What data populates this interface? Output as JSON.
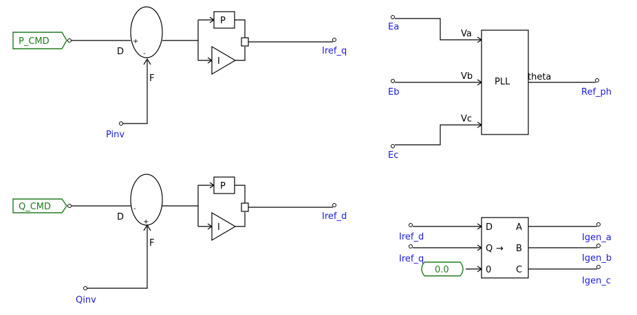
{
  "sources": {
    "p_cmd": "P_CMD",
    "q_cmd": "Q_CMD",
    "const_zero": "0.0"
  },
  "summer_ports": {
    "d": "D",
    "f": "F",
    "plus": "+",
    "minus": "-"
  },
  "controllers": {
    "p_label": "P",
    "i_label": "I"
  },
  "signals": {
    "pinv": "Pinv",
    "qinv": "Qinv",
    "iref_q": "Iref_q",
    "iref_d": "Iref_d",
    "iref_d_in": "Iref_d",
    "iref_q_in": "Iref_q",
    "ea": "Ea",
    "eb": "Eb",
    "ec": "Ec",
    "ref_ph": "Ref_ph",
    "igen_a": "Igen_a",
    "igen_b": "Igen_b",
    "igen_c": "Igen_c"
  },
  "pll": {
    "title": "PLL",
    "in_a": "Va",
    "in_b": "Vb",
    "in_c": "Vc",
    "out": "theta"
  },
  "dq_transform": {
    "d": "D",
    "q": "Q",
    "zero": "0",
    "a": "A",
    "b": "B",
    "c": "C",
    "arrow": "→"
  }
}
